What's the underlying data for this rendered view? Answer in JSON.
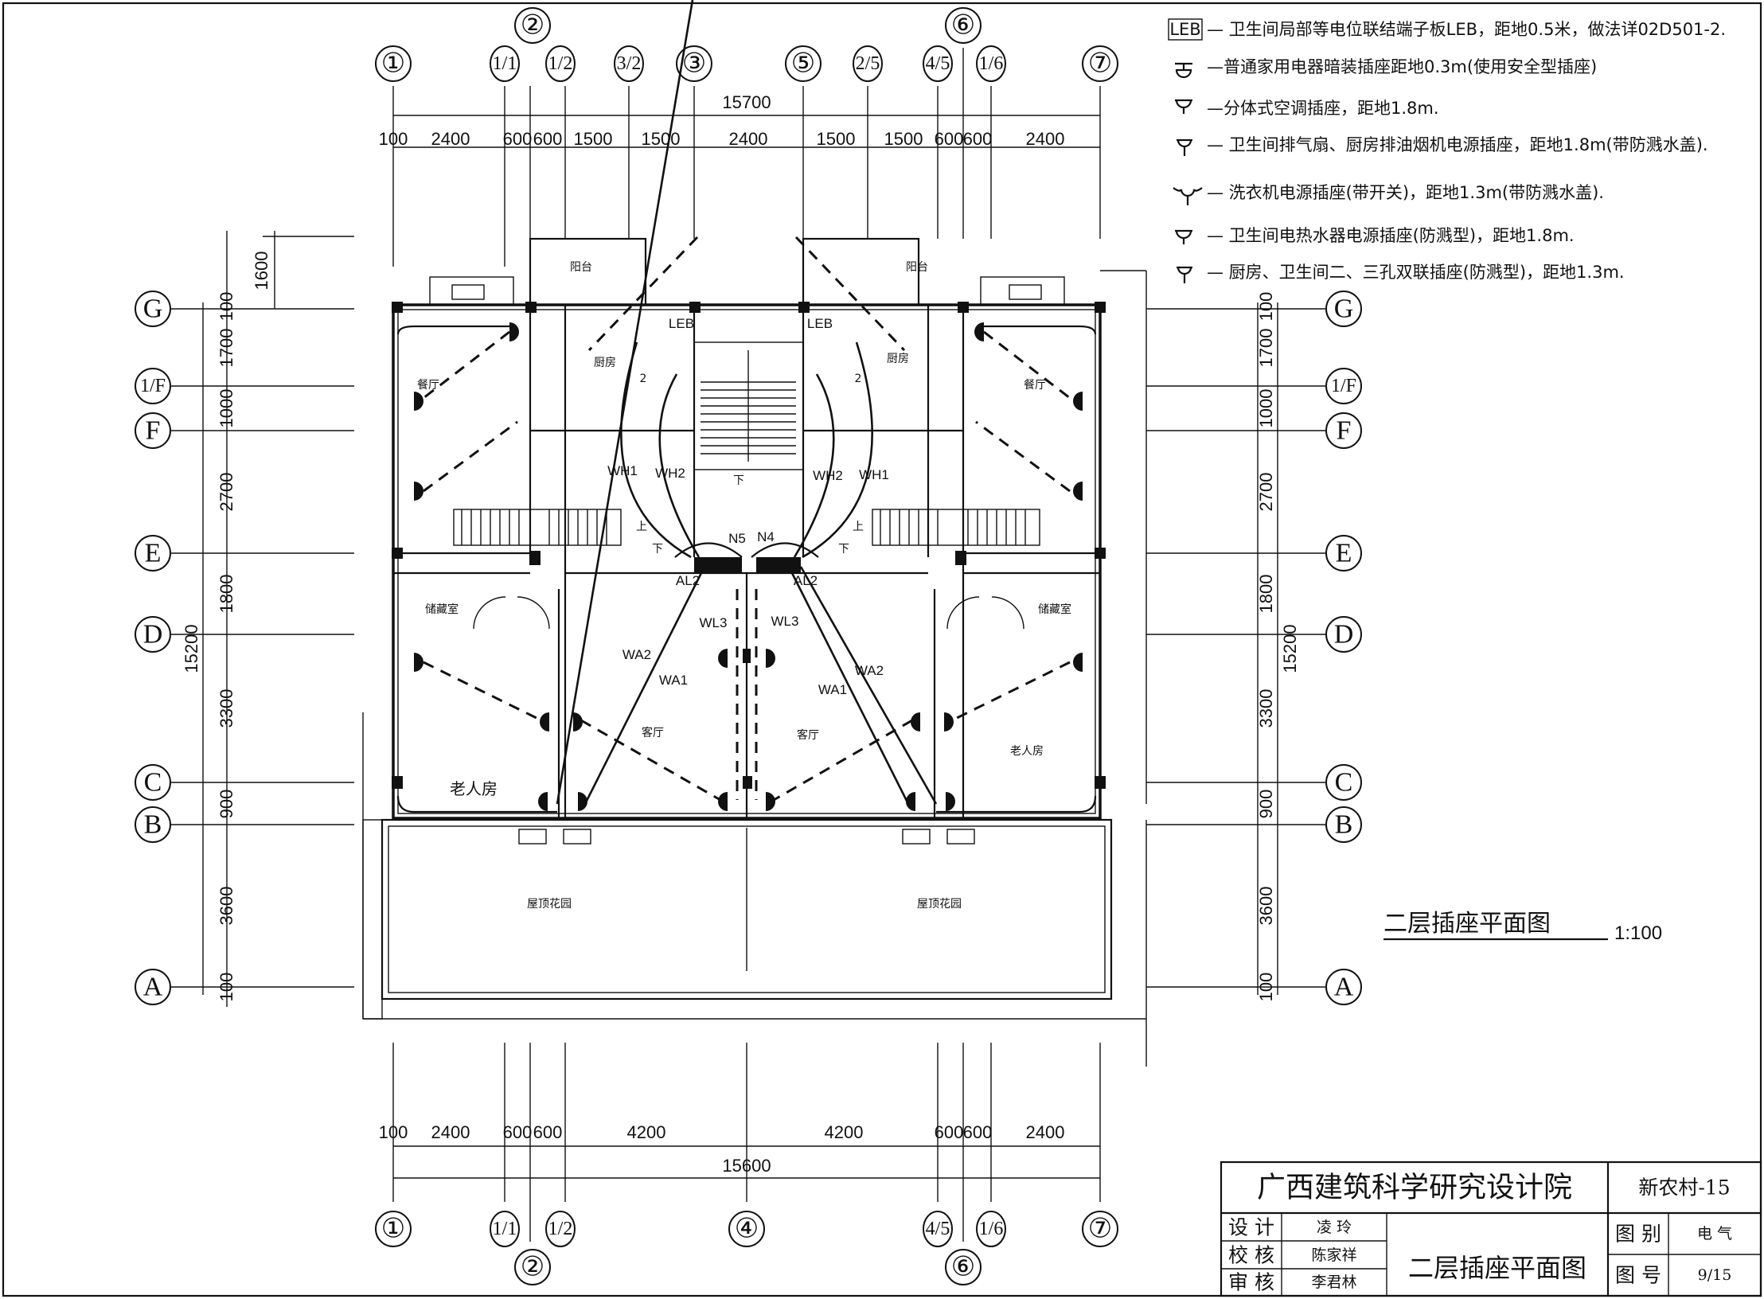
{
  "title": "二层插座平面图",
  "scale": "1:100",
  "axes": {
    "top": [
      "①",
      "1/1",
      "1/2",
      "3/2",
      "③",
      "⑤",
      "2/5",
      "4/5",
      "1/6",
      "⑦"
    ],
    "top_upper": [
      "②",
      "⑥"
    ],
    "bottom": [
      "①",
      "1/1",
      "1/2",
      "④",
      "4/5",
      "1/6",
      "⑦"
    ],
    "bottom_lower": [
      "②",
      "⑥"
    ],
    "rows": [
      "G",
      "1/F",
      "F",
      "E",
      "D",
      "C",
      "B",
      "A"
    ]
  },
  "dimensions": {
    "top_total": "15700",
    "top_segments": [
      "100",
      "2400",
      "600",
      "600",
      "1500",
      "1500",
      "2400",
      "1500",
      "1500",
      "600",
      "600",
      "2400"
    ],
    "bottom_total": "15600",
    "bottom_segments": [
      "100",
      "2400",
      "600",
      "600",
      "4200",
      "4200",
      "600",
      "600",
      "2400"
    ],
    "vertical_total": "15200",
    "vertical_segments": [
      "1600",
      "100",
      "1700",
      "1000",
      "2700",
      "1800",
      "3300",
      "900",
      "3600",
      "100"
    ]
  },
  "legend": [
    {
      "symbol": "LEB",
      "text": "— 卫生间局部等电位联结端子板LEB，距地0.5米，做法详02D501-2."
    },
    {
      "symbol": "socket-normal-icon",
      "text": "—普通家用电器暗装插座距地0.3m(使用安全型插座)"
    },
    {
      "symbol": "socket-ac-icon",
      "text": "—分体式空调插座，距地1.8m."
    },
    {
      "symbol": "socket-fan-icon",
      "text": "— 卫生间排气扇、厨房排油烟机电源插座，距地1.8m(带防溅水盖)."
    },
    {
      "symbol": "socket-washer-icon",
      "text": "— 洗衣机电源插座(带开关)，距地1.3m(带防溅水盖)."
    },
    {
      "symbol": "socket-heater-icon",
      "text": "— 卫生间电热水器电源插座(防溅型)，距地1.8m."
    },
    {
      "symbol": "socket-kitchen-icon",
      "text": "— 厨房、卫生间二、三孔双联插座(防溅型)，距地1.3m."
    }
  ],
  "rooms": {
    "balcony": "阳台",
    "kitchen": "厨房",
    "dining": "餐厅",
    "storage": "储藏室",
    "living": "客厅",
    "elderly": "老人房",
    "elderly_big": "老人房",
    "roof_garden": "屋顶花园",
    "up": "上",
    "down": "下",
    "door2": "2"
  },
  "circuits": {
    "wh1": "WH1",
    "wh2": "WH2",
    "n5": "N5",
    "n4": "N4",
    "al2": "AL2",
    "wl3": "WL3",
    "wa1": "WA1",
    "wa2": "WA2",
    "leb": "LEB"
  },
  "title_block": {
    "institute": "广西建筑科学研究设计院",
    "project": "新农村-15",
    "drawing_name": "二层插座平面图",
    "roles": [
      {
        "role": "设 计",
        "name": "凌 玲"
      },
      {
        "role": "校 核",
        "name": "陈家祥"
      },
      {
        "role": "审 核",
        "name": "李君林"
      }
    ],
    "category_label": "图 别",
    "category_value": "电 气",
    "number_label": "图 号",
    "number_value": "9/15"
  }
}
